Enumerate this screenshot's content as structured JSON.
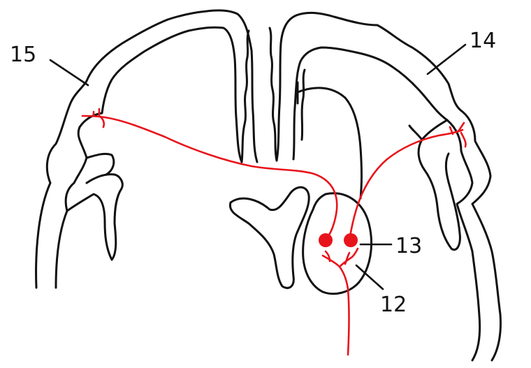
{
  "labels": {
    "label_12": "12",
    "label_13": "13",
    "label_14": "14",
    "label_15": "15"
  },
  "colors": {
    "outline": "#111111",
    "pathway": "#e8141b",
    "background": "#ffffff"
  }
}
